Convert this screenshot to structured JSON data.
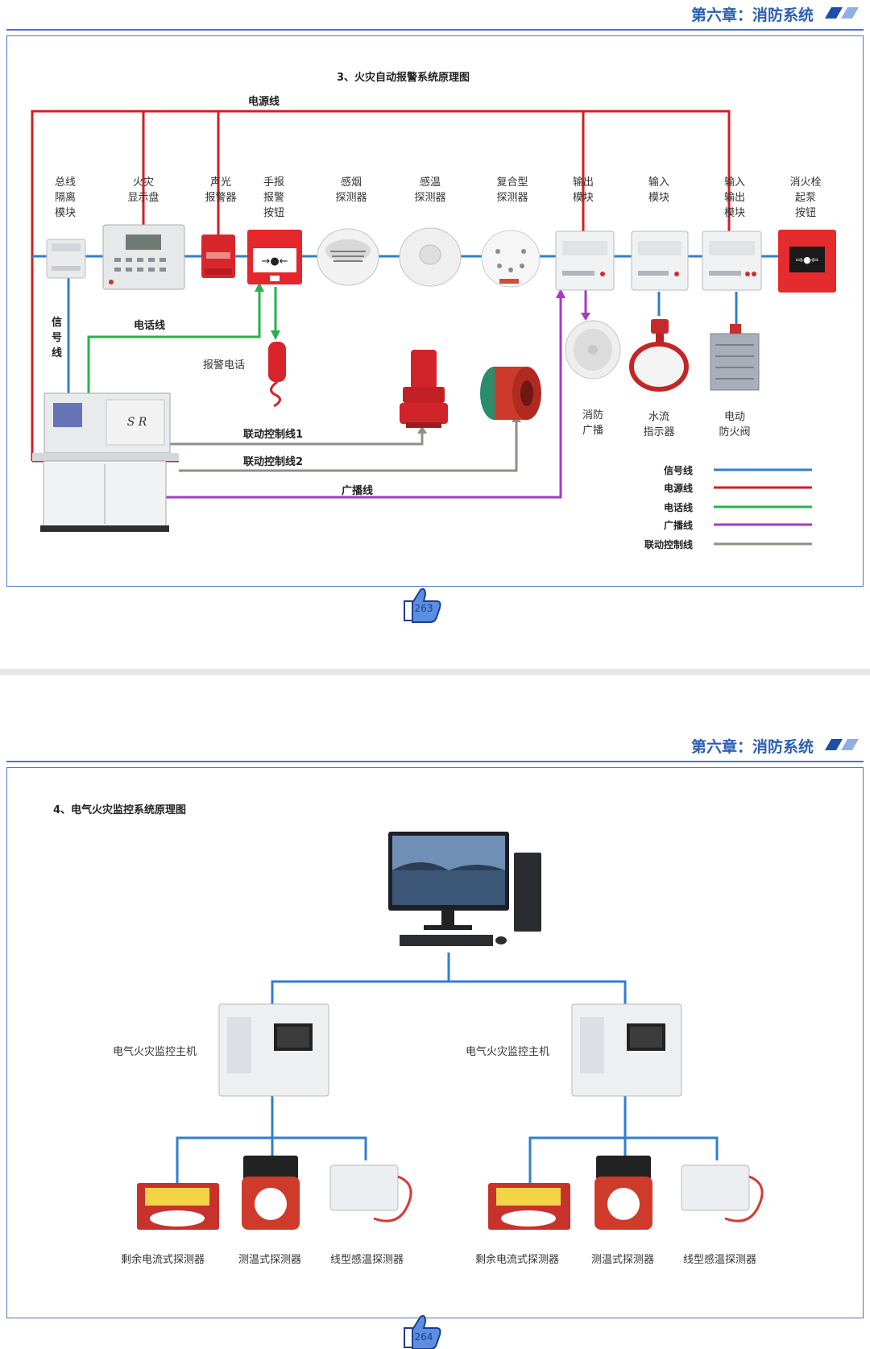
{
  "header": {
    "chapter": "第六章：消防系统"
  },
  "page1": {
    "title": "3、火灾自动报警系统原理图",
    "power_line_label": "电源线",
    "signal_line_label": "信号线",
    "phone_line_label": "电话线",
    "alarm_phone_label": "报警电话",
    "control_line_1": "联动控制线1",
    "control_line_2": "联动控制线2",
    "broadcast_line_label": "广播线",
    "devices": [
      {
        "label": "总线\n隔离\n模块"
      },
      {
        "label": "火灾\n显示盘"
      },
      {
        "label": "声光\n报警器"
      },
      {
        "label": "手报\n报警\n按钮"
      },
      {
        "label": "感烟\n探测器"
      },
      {
        "label": "感温\n探测器"
      },
      {
        "label": "复合型\n探测器"
      },
      {
        "label": "输出\n模块"
      },
      {
        "label": "输入\n模块"
      },
      {
        "label": "输入\n输出\n模块"
      },
      {
        "label": "消火栓\n起泵\n按钮"
      }
    ],
    "terminals": [
      {
        "label": "消防\n广播"
      },
      {
        "label": "水流\n指示器"
      },
      {
        "label": "电动\n防火阀"
      }
    ],
    "legend": [
      {
        "label": "信号线",
        "color": "#2f7fd0"
      },
      {
        "label": "电源线",
        "color": "#d01f25"
      },
      {
        "label": "电话线",
        "color": "#27b24a"
      },
      {
        "label": "广播线",
        "color": "#a53ac7"
      },
      {
        "label": "联动控制线",
        "color": "#8f8f86"
      }
    ],
    "page_number": "263"
  },
  "page2": {
    "title": "4、电气火灾监控系统原理图",
    "host_label": "电气火灾监控主机",
    "detectors": [
      "剩余电流式探测器",
      "测温式探测器",
      "线型感温探测器"
    ],
    "page_number": "264"
  }
}
